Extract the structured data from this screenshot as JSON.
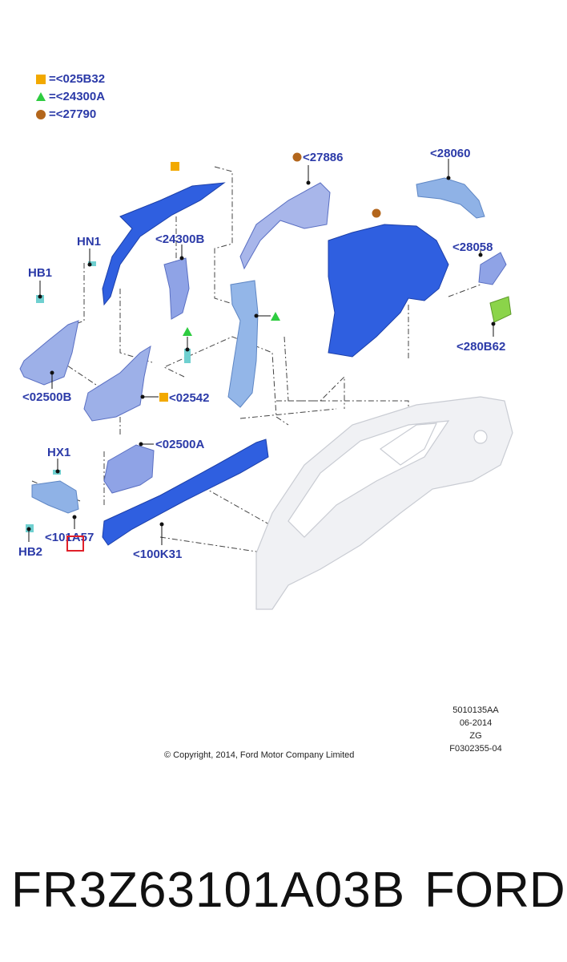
{
  "legend": [
    {
      "symbol": "square",
      "color": "#f2a900",
      "text": "=<025B32"
    },
    {
      "symbol": "triangle",
      "color": "#2ecc40",
      "text": "=<24300A"
    },
    {
      "symbol": "circle",
      "color": "#b3661c",
      "text": "=<27790"
    }
  ],
  "callouts": {
    "c27886": "<27886",
    "c28060": "<28060",
    "c28058": "<28058",
    "c280b62": "<280B62",
    "c24300b": "<24300B",
    "hn1": "HN1",
    "hb1": "HB1",
    "c02500b": "<02500B",
    "c02542": "<02542",
    "c02500a": "<02500A",
    "hx1": "HX1",
    "c101a57": "<101A57",
    "hb2": "HB2",
    "c100k31": "<100K31"
  },
  "meta": {
    "line1": "5010135AA",
    "line2": "06-2014",
    "line3": "ZG",
    "line4": "F0302355-04"
  },
  "copyright": "© Copyright, 2014, Ford Motor Company Limited",
  "footer": {
    "part_number": "FR3Z63101A03B",
    "brand": "FORD"
  },
  "colors": {
    "part_blue": "#2f5fe0",
    "part_light": "#7f9fe8",
    "label_blue": "#2b3aa8",
    "highlight": "#e0202a",
    "accent_green": "#8bd44a"
  }
}
